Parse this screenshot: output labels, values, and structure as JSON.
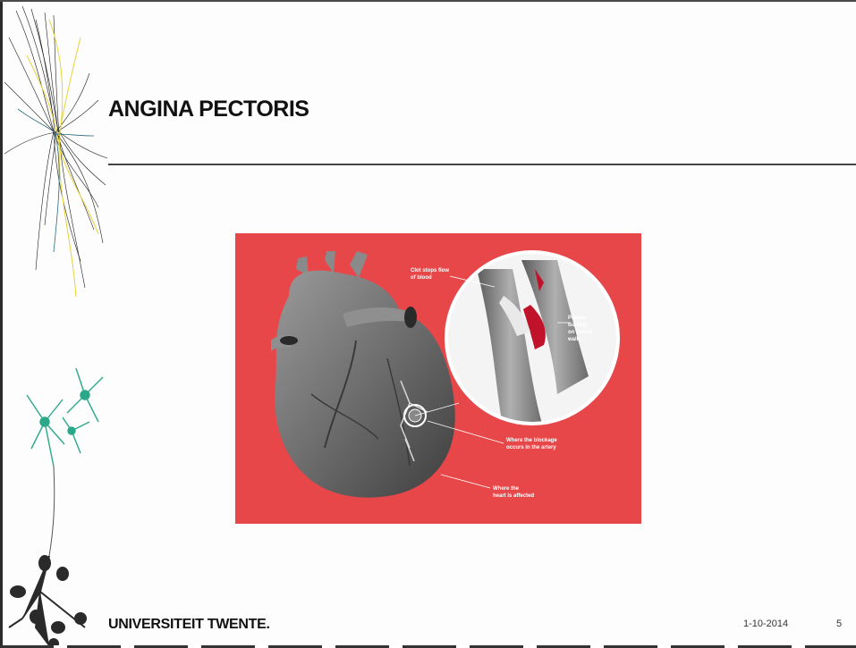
{
  "slide": {
    "title": "ANGINA PECTORIS",
    "footer_logo": "UNIVERSITEIT TWENTE.",
    "date": "1-10-2014",
    "page_number": "5"
  },
  "figure": {
    "background_color": "#e8474a",
    "labels": {
      "clot": [
        "Clot stops flow",
        "of blood"
      ],
      "plaque": [
        "Plaque",
        "buildup",
        "on vessel",
        "walls"
      ],
      "blockage": [
        "Where the blockage",
        "occurs in the artery"
      ],
      "heart": [
        "Where the",
        "heart is affected"
      ]
    }
  }
}
